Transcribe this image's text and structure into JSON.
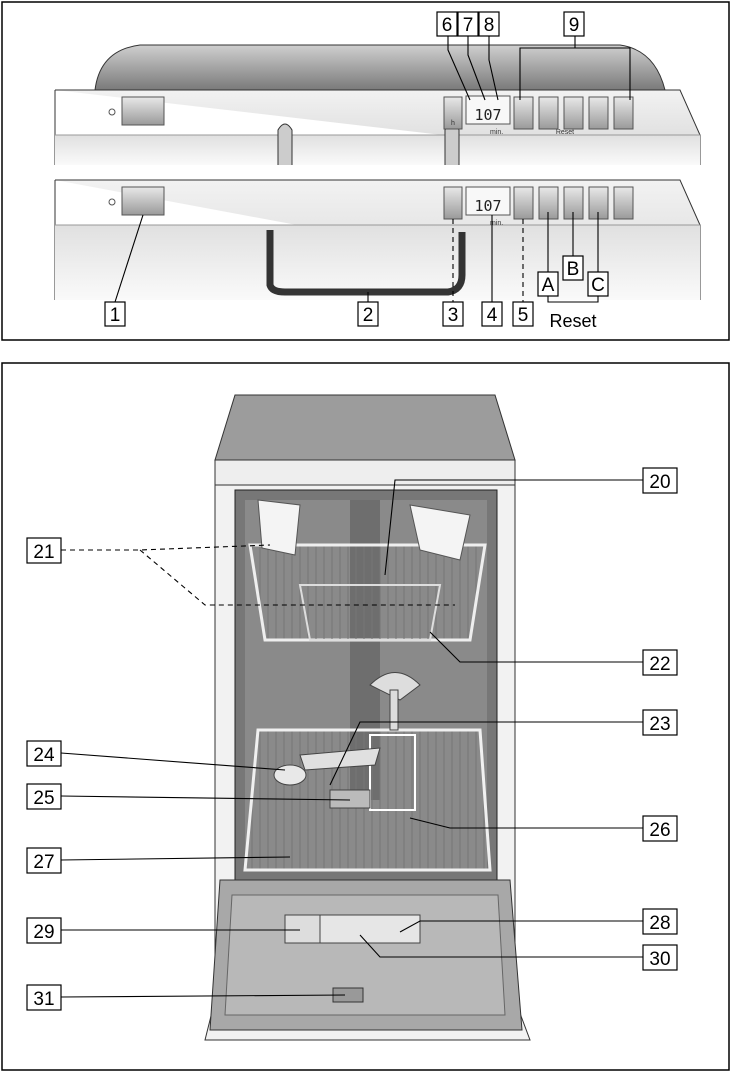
{
  "control_panel": {
    "display_value": "107",
    "display_unit": "min.",
    "timer_unit": "h",
    "reset_small": "Reset",
    "callouts": [
      "1",
      "2",
      "3",
      "4",
      "5",
      "6",
      "7",
      "8",
      "9",
      "A",
      "B",
      "C"
    ],
    "reset_label": "Reset"
  },
  "interior": {
    "callouts_left": [
      "21",
      "24",
      "25",
      "27",
      "29",
      "31"
    ],
    "callouts_right": [
      "20",
      "22",
      "23",
      "26",
      "28",
      "30"
    ]
  }
}
